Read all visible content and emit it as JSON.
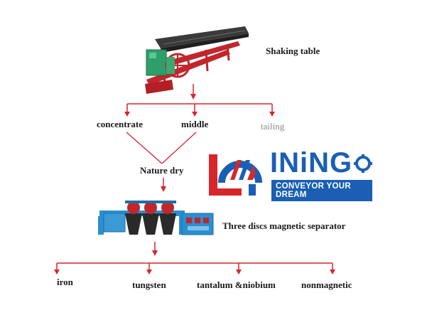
{
  "labels": {
    "shaking_table": "Shaking table",
    "concentrate": "concentrate",
    "middle": "middle",
    "tailing": "tailing",
    "nature_dry": "Nature dry",
    "magnetic_separator": "Three discs magnetic separator",
    "iron": "iron",
    "tungsten": "tungsten",
    "tantalum_niobium": "tantalum &niobium",
    "nonmagnetic": "nonmagnetic"
  },
  "logo": {
    "word": "INiNG",
    "slogan": "CONVEYOR YOUR DREAM"
  },
  "colors": {
    "flow_line": "#d7262b",
    "brand_blue": "#1a5fb4",
    "brand_red": "#d7262b",
    "machine_green": "#2f9e6a",
    "machine_blue": "#2b8fd0"
  }
}
